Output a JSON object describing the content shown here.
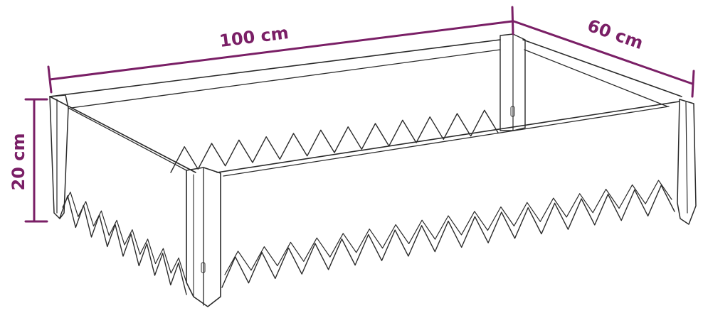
{
  "colors": {
    "dimension": "#7a1f66",
    "outline": "#2a2a2a",
    "background": "#ffffff"
  },
  "dimensions": {
    "length": "100 cm",
    "width": "60 cm",
    "height": "20 cm"
  }
}
